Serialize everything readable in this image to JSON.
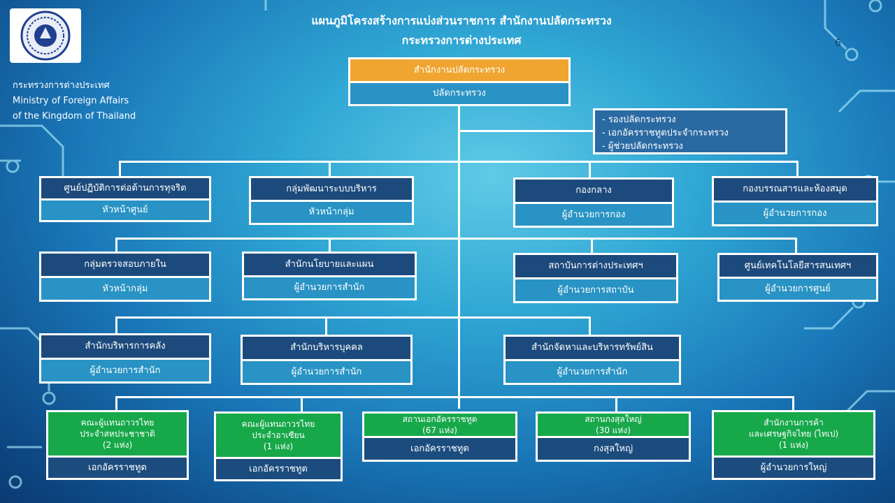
{
  "header": {
    "title_line1": "แผนภูมิโครงสร้างการแบ่งส่วนราชการ สำนักงานปลัดกระทรวง",
    "title_line2": "กระทรวงการต่างประเทศ",
    "page_number": "6"
  },
  "ministry": {
    "thai": "กระทรวงการต่างประเทศ",
    "en_line1": "Ministry of Foreign Affairs",
    "en_line2": "of the Kingdom of Thailand"
  },
  "root": {
    "unit": "สำนักงานปลัดกระทรวง",
    "head": "ปลัดกระทรวง"
  },
  "deputies": [
    "- รองปลัดกระทรวง",
    "- เอกอัครราชทูตประจำกระทรวง",
    "- ผู้ช่วยปลัดกระทรวง"
  ],
  "row1": [
    {
      "unit": "ศูนย์ปฏิบัติการต่อต้านการทุจริต",
      "head": "หัวหน้าศูนย์"
    },
    {
      "unit": "กลุ่มพัฒนาระบบบริหาร",
      "head": "หัวหน้ากลุ่ม"
    },
    {
      "unit": "กองกลาง",
      "head": "ผู้อำนวยการกอง"
    },
    {
      "unit": "กองบรรณสารและห้องสมุด",
      "head": "ผู้อำนวยการกอง"
    }
  ],
  "row2": [
    {
      "unit": "กลุ่มตรวจสอบภายใน",
      "head": "หัวหน้ากลุ่ม"
    },
    {
      "unit": "สำนักนโยบายและแผน",
      "head": "ผู้อำนวยการสำนัก"
    },
    {
      "unit": "สถาบันการต่างประเทศฯ",
      "head": "ผู้อำนวยการสถาบัน"
    },
    {
      "unit": "ศูนย์เทคโนโลยีสารสนเทศฯ",
      "head": "ผู้อำนวยการศูนย์"
    }
  ],
  "row3": [
    {
      "unit": "สำนักบริหารการคลัง",
      "head": "ผู้อำนวยการสำนัก"
    },
    {
      "unit": "สำนักบริหารบุคคล",
      "head": "ผู้อำนวยการสำนัก"
    },
    {
      "unit": "สำนักจัดหาและบริหารทรัพย์สิน",
      "head": "ผู้อำนวยการสำนัก"
    }
  ],
  "row4": [
    {
      "unit": "คณะผู้แทนถาวรไทย\nประจำสหประชาชาติ\n(2 แห่ง)",
      "head": "เอกอัครราชทูต"
    },
    {
      "unit": "คณะผู้แทนถาวรไทย\nประจำอาเซียน\n(1 แห่ง)",
      "head": "เอกอัครราชทูต"
    },
    {
      "unit": "สถานเอกอัครราชทูต\n(67 แห่ง)",
      "head": "เอกอัครราชทูต"
    },
    {
      "unit": "สถานกงสุลใหญ่\n(30 แห่ง)",
      "head": "กงสุลใหญ่"
    },
    {
      "unit": "สำนักงานการค้า\nและเศรษฐกิจไทย (ไทเป)\n(1 แห่ง)",
      "head": "ผู้อำนวยการใหญ่"
    }
  ],
  "colors": {
    "navy": "#1d4a7c",
    "cyan": "#2893c4",
    "green": "#17a84a",
    "orange": "#f0a530"
  }
}
